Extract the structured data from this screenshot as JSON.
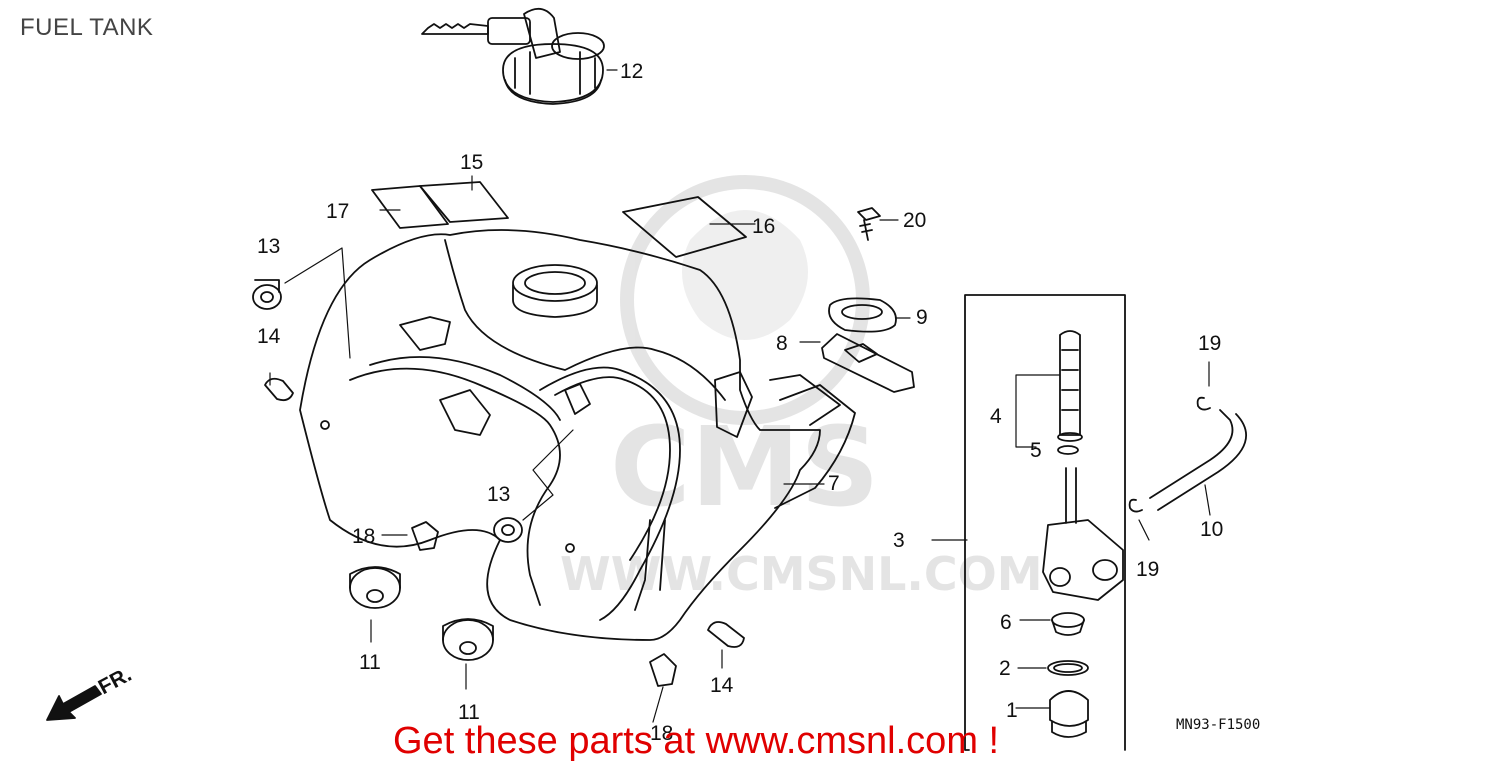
{
  "page": {
    "title": "FUEL TANK",
    "drawing_code": "MN93-F1500",
    "direction_label": "FR.",
    "footer_link_text": "Get these parts at www.cmsnl.com !",
    "watermark": {
      "brand": "CMS",
      "site": "WWW.CMSNL.COM"
    }
  },
  "colors": {
    "line": "#111111",
    "watermark": "#cfcfcf",
    "footer_text": "#e00000",
    "title_text": "#444444"
  },
  "callouts": [
    {
      "id": "c1",
      "number": "1"
    },
    {
      "id": "c2",
      "number": "2"
    },
    {
      "id": "c3",
      "number": "3"
    },
    {
      "id": "c4",
      "number": "4"
    },
    {
      "id": "c5",
      "number": "5"
    },
    {
      "id": "c6",
      "number": "6"
    },
    {
      "id": "c7",
      "number": "7"
    },
    {
      "id": "c8",
      "number": "8"
    },
    {
      "id": "c9",
      "number": "9"
    },
    {
      "id": "c10",
      "number": "10"
    },
    {
      "id": "c11a",
      "number": "11"
    },
    {
      "id": "c11b",
      "number": "11"
    },
    {
      "id": "c12",
      "number": "12"
    },
    {
      "id": "c13a",
      "number": "13"
    },
    {
      "id": "c13b",
      "number": "13"
    },
    {
      "id": "c14a",
      "number": "14"
    },
    {
      "id": "c14b",
      "number": "14"
    },
    {
      "id": "c15",
      "number": "15"
    },
    {
      "id": "c16",
      "number": "16"
    },
    {
      "id": "c17",
      "number": "17"
    },
    {
      "id": "c18a",
      "number": "18"
    },
    {
      "id": "c18b",
      "number": "18"
    },
    {
      "id": "c19a",
      "number": "19"
    },
    {
      "id": "c19b",
      "number": "19"
    },
    {
      "id": "c20",
      "number": "20"
    }
  ]
}
